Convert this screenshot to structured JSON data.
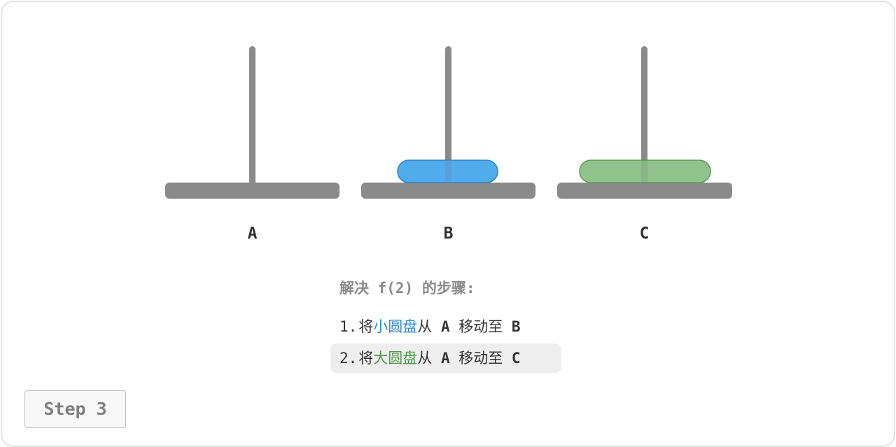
{
  "pegs": [
    {
      "label": "A",
      "disks": []
    },
    {
      "label": "B",
      "disks": [
        "small"
      ]
    },
    {
      "label": "C",
      "disks": [
        "large"
      ]
    }
  ],
  "disks": {
    "small": {
      "fill": "#4ba8ec",
      "stroke": "#2a82c8"
    },
    "large": {
      "fill": "#8cc087",
      "stroke": "#5a9a53"
    }
  },
  "colors": {
    "peg": "#8a8a8a",
    "highlight_bg": "#eeeeee"
  },
  "steps_panel": {
    "title": "解决 f(2) 的步骤:",
    "steps": [
      {
        "num": "1.",
        "verb": "将",
        "disk": "小圆盘",
        "from_word": "从",
        "from": "A",
        "move_word": "移动至",
        "to": "B"
      },
      {
        "num": "2.",
        "verb": "将",
        "disk": "大圆盘",
        "from_word": "从",
        "from": "A",
        "move_word": "移动至",
        "to": "C",
        "highlighted": true
      }
    ]
  },
  "step_indicator": "Step 3"
}
